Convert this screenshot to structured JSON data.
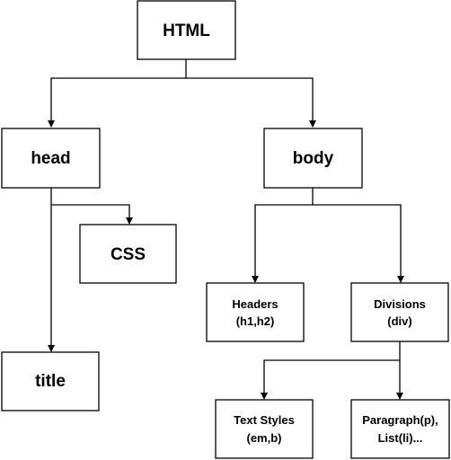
{
  "diagram": {
    "nodes": {
      "html": {
        "label": "HTML"
      },
      "head": {
        "label": "head"
      },
      "body": {
        "label": "body"
      },
      "css": {
        "label": "CSS"
      },
      "title": {
        "label": "title"
      },
      "headers": {
        "line1": "Headers",
        "line2": "(h1,h2)"
      },
      "divisions": {
        "line1": "Divisions",
        "line2": "(div)"
      },
      "text_styles": {
        "line1": "Text Styles",
        "line2": "(em,b)"
      },
      "paragraph": {
        "line1": "Paragraph(p),",
        "line2": "List(li)..."
      }
    },
    "edges": [
      {
        "from": "HTML",
        "to": "head"
      },
      {
        "from": "HTML",
        "to": "body"
      },
      {
        "from": "head",
        "to": "CSS"
      },
      {
        "from": "head",
        "to": "title"
      },
      {
        "from": "body",
        "to": "Headers"
      },
      {
        "from": "body",
        "to": "Divisions"
      },
      {
        "from": "Divisions",
        "to": "Text Styles"
      },
      {
        "from": "Divisions",
        "to": "Paragraph(p), List(li)..."
      }
    ]
  }
}
